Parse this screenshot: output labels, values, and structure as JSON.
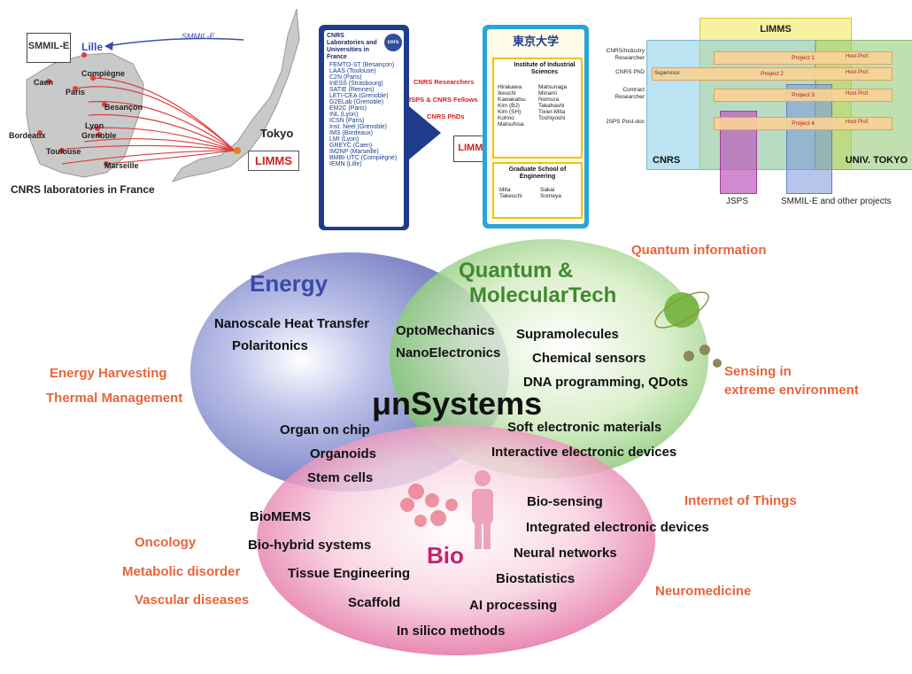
{
  "map": {
    "smmil_logo": "SMMIL-E",
    "smmil_arrow_label": "SMMIL-E",
    "cities": [
      "Lille",
      "Caen",
      "Compiègne",
      "Paris",
      "Besançon",
      "Lyon",
      "Grenoble",
      "Bordeaux",
      "Toulouse",
      "Marseille"
    ],
    "tokyo": "Tokyo",
    "limms_logo": "LIMMS",
    "caption": "CNRS laboratories in France"
  },
  "labs_panel": {
    "title": "CNRS Laboratories and Universities in France",
    "cnrs_badge": "cnrs",
    "labs": [
      "FEMTO-ST (Besançon)",
      "LAAS (Toulouse)",
      "C2N (Paris)",
      "InESS (Strasbourg)",
      "SATIE (Rennes)",
      "LETI-CEA (Grenoble)",
      "G2ELab (Grenoble)",
      "EM2C (Paris)",
      "INL (Lyon)",
      "ICSN (Paris)",
      "Inst. Neel (Grenoble)",
      "IMS (Bordeaux)",
      "LMI (Lyon)",
      "GREYC (Caen)",
      "IM2NP (Marseille)",
      "BMBI-UTC (Compiègne)",
      "IEMN (Lille)"
    ],
    "flows": [
      "CNRS Researchers",
      "JSPS & CNRS Fellows",
      "CNRS PhDs"
    ]
  },
  "tokyo_panel": {
    "univ": "東京大学",
    "iis_title": "Institute of Industrial Sciences",
    "iis_col1": [
      "Hirakawa",
      "Ikeuchi",
      "Kawakatsu",
      "Kim (BJ)",
      "Kim (SH)",
      "Kohno",
      "Matsuhisa"
    ],
    "iis_col2": [
      "Matsunaga",
      "Minami",
      "Nomura",
      "Takahashi",
      "Tixier-Mita",
      "Toshiyoshi"
    ],
    "eng_title": "Graduate School of Engineering",
    "eng_col1": [
      "Mita",
      "Takeuchi"
    ],
    "eng_col2": [
      "Sakai",
      "Someya"
    ]
  },
  "org": {
    "limms": "LIMMS",
    "roles": [
      "CNRS/Industry Researcher",
      "CNRS PhD",
      "Contract Researcher",
      "JSPS Post-doc"
    ],
    "supervisor": "Supervisor",
    "projects": [
      "Project 1",
      "Project 2",
      "Project 3",
      "Project 4"
    ],
    "host": "Host Prof.",
    "cnrs": "CNRS",
    "univ_tokyo": "UNIV. TOKYO",
    "jsps": "JSPS",
    "smmil_other": "SMMIL-E and other projects"
  },
  "venn": {
    "center": "μnSystems",
    "energy": "Energy",
    "quantum": "Quantum &",
    "quantum2": "MolecularTech",
    "bio": "Bio",
    "energy_items": [
      "Nanoscale Heat Transfer",
      "Polaritonics"
    ],
    "overlap_eq": [
      "OptoMechanics",
      "NanoElectronics"
    ],
    "quantum_items": [
      "Supramolecules",
      "Chemical sensors",
      "DNA programming, QDots"
    ],
    "overlap_eb": [
      "Organ on chip",
      "Organoids",
      "Stem cells"
    ],
    "overlap_qb": [
      "Soft electronic materials",
      "Interactive electronic devices"
    ],
    "bio_left": [
      "BioMEMS",
      "Bio-hybrid systems",
      "Tissue Engineering",
      "Scaffold",
      "In silico methods"
    ],
    "bio_right": [
      "Bio-sensing",
      "Integrated electronic devices",
      "Neural networks",
      "Biostatistics",
      "AI processing"
    ],
    "apps_left": [
      "Energy Harvesting",
      "Thermal Management",
      "Oncology",
      "Metabolic disorder",
      "Vascular diseases"
    ],
    "apps_right": [
      "Quantum information",
      "Sensing in",
      "extreme environment",
      "Internet of Things",
      "Neuromedicine"
    ]
  }
}
